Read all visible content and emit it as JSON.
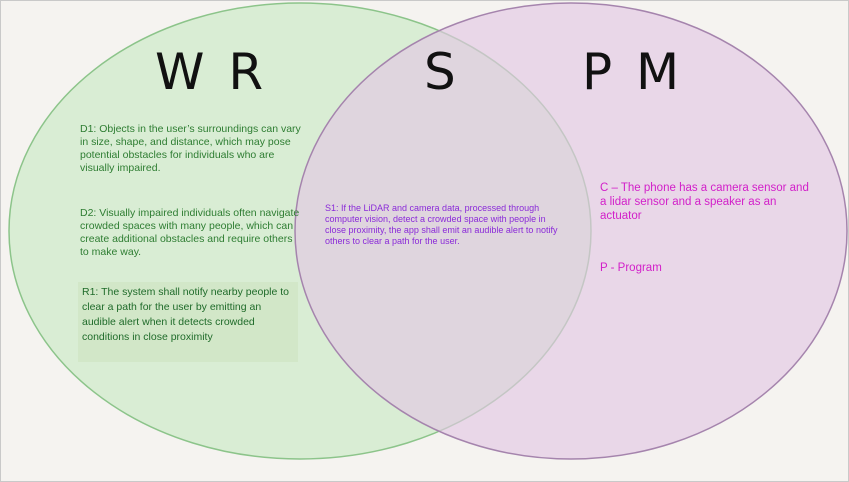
{
  "labels": {
    "wr": "W R",
    "s": "S",
    "pm": "P M"
  },
  "left": {
    "d1": "D1: Objects in the user’s surroundings can vary in size, shape, and distance, which may pose potential obstacles for individuals who are visually impaired.",
    "d2": "D2: Visually impaired individuals often navigate crowded spaces with many people, which can create additional obstacles and require others to make way.",
    "r1": "R1: The system shall notify nearby people to clear a path for the user by emitting an audible alert when it detects crowded conditions in close proximity"
  },
  "middle": {
    "s1": "S1: If the LiDAR and camera data, processed through computer vision, detect a crowded space with people in close proximity, the app shall emit an audible alert to notify others to clear a path for the user."
  },
  "right": {
    "c": "C – The phone has a camera sensor and a lidar sensor and a speaker as an actuator",
    "p": "P - Program"
  },
  "colors": {
    "left_fill": "#d6ecd0",
    "left_stroke": "#8cc48a",
    "right_fill": "#e2c8e4",
    "right_stroke": "#a584ad"
  }
}
